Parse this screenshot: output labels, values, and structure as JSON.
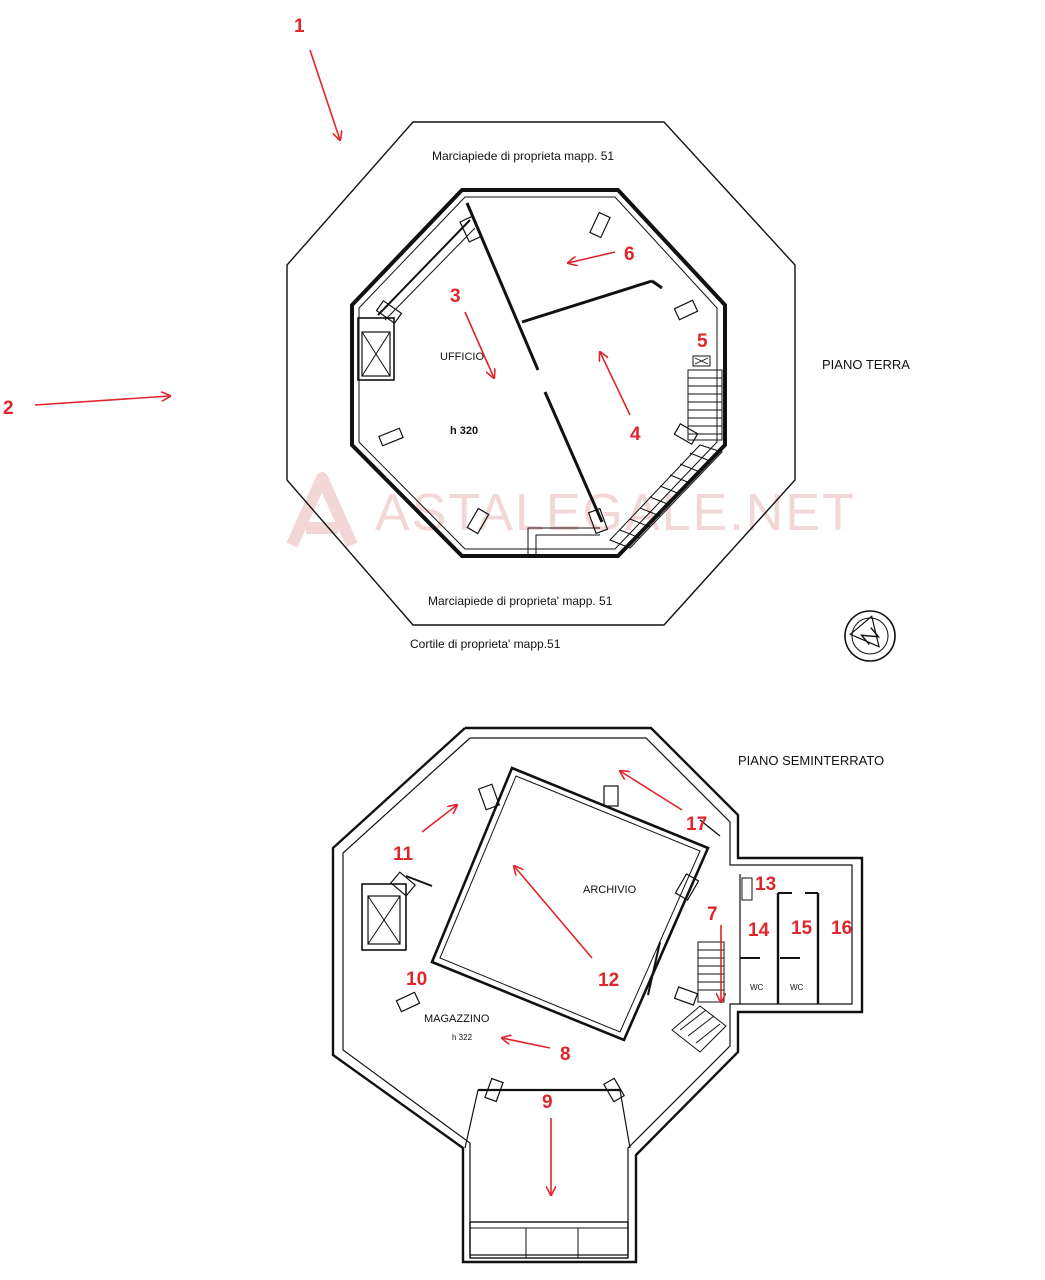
{
  "ground_floor": {
    "title": "PIANO TERRA",
    "sidewalk_top": "Marciapiede di proprieta mapp. 51",
    "sidewalk_bottom": "Marciapiede di proprieta' mapp. 51",
    "courtyard": "Cortile di proprieta' mapp.51",
    "room_office": "UFFICIO",
    "height_label": "h 320"
  },
  "basement": {
    "title": "PIANO SEMINTERRATO",
    "room_archive": "ARCHIVIO",
    "room_storage": "MAGAZZINO",
    "height_label": "h 322",
    "wc_1": "WC",
    "wc_2": "WC"
  },
  "watermark": "ASTALEGALE.NET",
  "markers": [
    {
      "label": "1"
    },
    {
      "label": "2"
    },
    {
      "label": "3"
    },
    {
      "label": "4"
    },
    {
      "label": "5"
    },
    {
      "label": "6"
    },
    {
      "label": "7"
    },
    {
      "label": "8"
    },
    {
      "label": "9"
    },
    {
      "label": "10"
    },
    {
      "label": "11"
    },
    {
      "label": "12"
    },
    {
      "label": "13"
    },
    {
      "label": "14"
    },
    {
      "label": "15"
    },
    {
      "label": "16"
    },
    {
      "label": "17"
    }
  ],
  "colors": {
    "marker": "#e0252b",
    "line": "#111111",
    "watermark": "#f2d3d3"
  },
  "icons": {
    "compass": "north-arrow-icon"
  }
}
